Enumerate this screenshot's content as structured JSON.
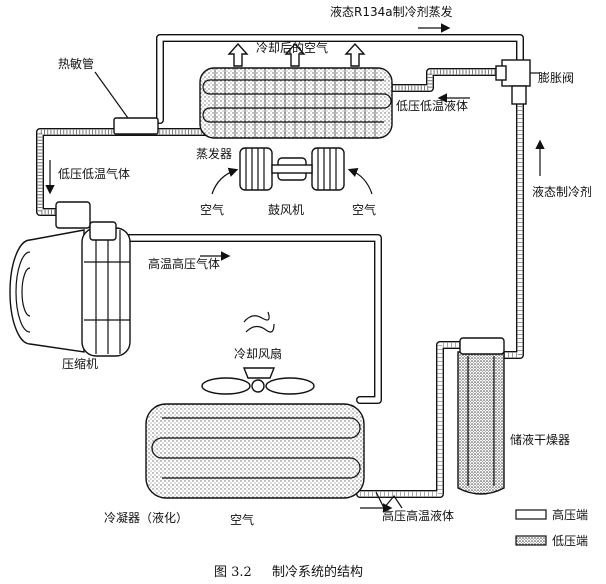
{
  "labels": {
    "liquid_r134a": "液态R134a制冷剂蒸发",
    "thermo_tube": "热敏管",
    "cooled_air": "冷却后的空气",
    "expansion_valve": "膨胀阀",
    "low_liquid": "低压低温液体",
    "evaporator": "蒸发器",
    "low_gas": "低压低温气体",
    "air_left": "空气",
    "blower": "鼓风机",
    "air_right": "空气",
    "liquid_refrigerant": "液态制冷剂",
    "high_gas": "高温高压气体",
    "compressor": "压缩机",
    "fan": "冷却风扇",
    "receiver_drier": "储液干燥器",
    "condenser": "冷凝器（液化）",
    "air_bottom": "空气",
    "high_liquid": "高压高温液体"
  },
  "legend": {
    "high": "高压端",
    "low": "低压端"
  },
  "caption": {
    "figure_no": "图 3.2",
    "title": "制冷系统的结构"
  }
}
